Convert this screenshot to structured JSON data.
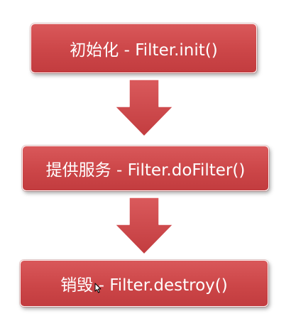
{
  "steps": [
    {
      "label": "初始化 - Filter.init()"
    },
    {
      "label": "提供服务 - Filter.doFilter()"
    },
    {
      "label": "销毁 - Filter.destroy()"
    }
  ],
  "colors": {
    "box_fill": "#cc4648",
    "box_text": "#ffffff",
    "arrow_fill": "#cc4648"
  },
  "icons": {
    "flow_arrow": "down-arrow-icon",
    "pointer": "mouse-cursor-icon"
  }
}
